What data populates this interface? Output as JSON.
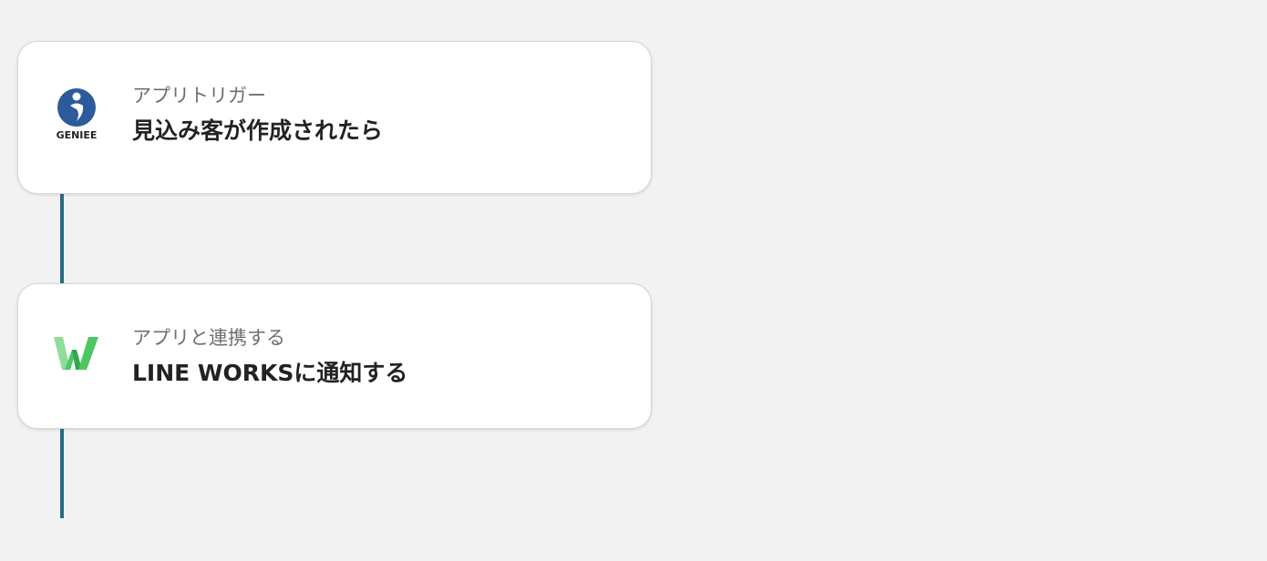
{
  "steps": [
    {
      "type_label": "アプリトリガー",
      "title": "見込み客が作成されたら",
      "app_logo": {
        "icon": "geniee-logo-icon",
        "caption": "GENIEE",
        "color": "#2d5a9a"
      }
    },
    {
      "type_label": "アプリと連携する",
      "title": "LINE WORKSに通知する",
      "app_logo": {
        "icon": "line-works-logo-icon",
        "colors": [
          "#8fdc9c",
          "#4cc764",
          "#2fa84f"
        ]
      }
    }
  ],
  "connector_color": "#2a6a80"
}
